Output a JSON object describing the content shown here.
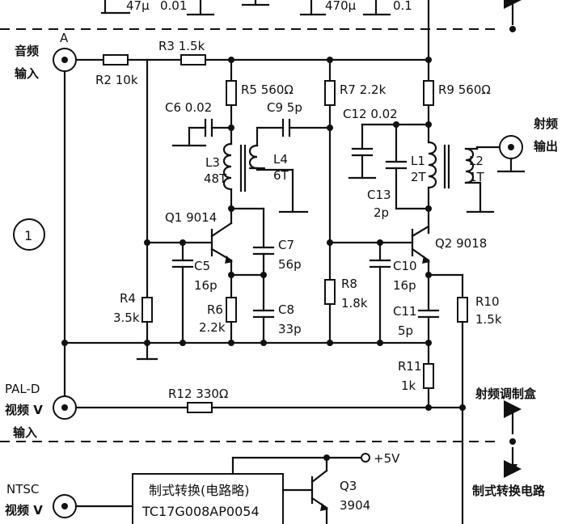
{
  "colors": {
    "ink": "#111111",
    "paper": "#ffffff"
  },
  "labels": {
    "top_left_cap": "47μ",
    "top_left_cap2": "0.01",
    "top_mid_cap": "470μ",
    "top_mid_cap2": "0.1",
    "audio_in_1": "音频",
    "audio_in_2": "输入",
    "node_a": "A",
    "r2": "R2  10k",
    "r3": "R3  1.5k",
    "r5": "R5  560Ω",
    "r7": "R7  2.2k",
    "r9": "R9  560Ω",
    "c6": "C6  0.02",
    "c9": "C9  5p",
    "c12": "C12  0.02",
    "rf_out_1": "射频",
    "rf_out_2": "输出",
    "l3a": "L3",
    "l3b": "48T",
    "l4a": "L4",
    "l4b": "6T",
    "l1a": "L1",
    "l1b": "2T",
    "l2a": "L2",
    "l2b": "1T",
    "c13a": "C13",
    "c13b": "2p",
    "circle_num": "1",
    "q1": "Q1  9014",
    "q2": "Q2  9018",
    "c5a": "C5",
    "c5b": "16p",
    "c7a": "C7",
    "c7b": "56p",
    "c10a": "C10",
    "c10b": "16p",
    "r4a": "R4",
    "r4b": "3.5k",
    "r6a": "R6",
    "r6b": "2.2k",
    "c8a": "C8",
    "c8b": "33p",
    "r8a": "R8",
    "r8b": "1.8k",
    "c11a": "C11",
    "c11b": "5p",
    "r10a": "R10",
    "r10b": "1.5k",
    "r11a": "R11",
    "r11b": "1k",
    "pal_1": "PAL-D",
    "pal_2": "视频 V",
    "pal_3": "输入",
    "r12": "R12  330Ω",
    "rf_mod_box": "射频调制盒",
    "ntsc_1": "NTSC",
    "ntsc_2": "视频 V",
    "box_title": "制式转换(电路略)",
    "box_chip": "TC17G008AP0054",
    "v5": "+5V",
    "q3a": "Q3",
    "q3b": "3904",
    "conv_circuit": "制式转换电路"
  }
}
